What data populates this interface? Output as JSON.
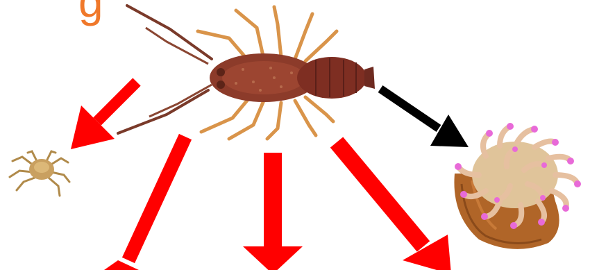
{
  "heading": {
    "visible_fragment": "g",
    "color": "#f0782a"
  },
  "organisms": [
    {
      "name": "spiny-lobster",
      "picture": "lobster"
    },
    {
      "name": "small-crab",
      "picture": "crab"
    },
    {
      "name": "sea-anemone",
      "picture": "anemone"
    }
  ],
  "arrows": [
    {
      "name": "arrow-lobster-to-crab",
      "color": "#ff0000"
    },
    {
      "name": "arrow-lobster-down-left",
      "color": "#ff0000"
    },
    {
      "name": "arrow-lobster-down-center",
      "color": "#ff0000"
    },
    {
      "name": "arrow-lobster-down-right",
      "color": "#ff0000"
    },
    {
      "name": "arrow-lobster-to-anemone",
      "color": "#000000"
    }
  ]
}
